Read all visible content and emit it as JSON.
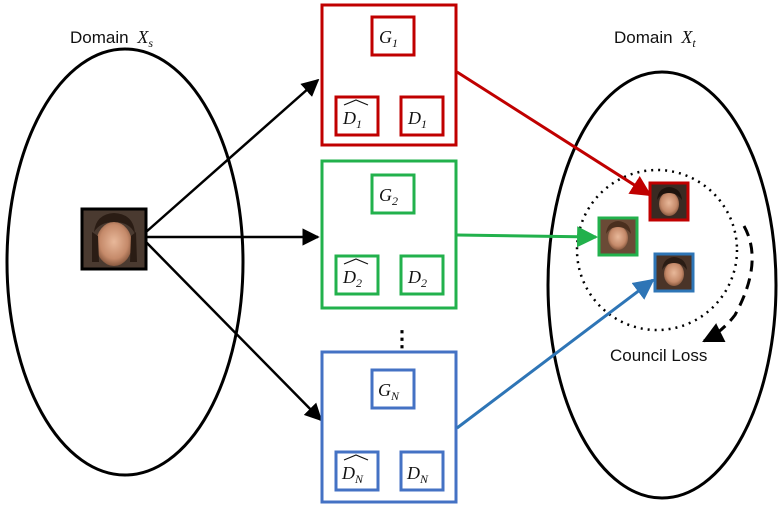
{
  "source_domain": {
    "label": "Domain",
    "symbol": "X",
    "subscript": "s"
  },
  "target_domain": {
    "label": "Domain",
    "symbol": "X",
    "subscript": "t"
  },
  "councils": [
    {
      "generator": {
        "symbol": "G",
        "subscript": "1"
      },
      "disc_hat": {
        "symbol": "D",
        "subscript": "1"
      },
      "disc": {
        "symbol": "D",
        "subscript": "1"
      },
      "color": "#c00000"
    },
    {
      "generator": {
        "symbol": "G",
        "subscript": "2"
      },
      "disc_hat": {
        "symbol": "D",
        "subscript": "2"
      },
      "disc": {
        "symbol": "D",
        "subscript": "2"
      },
      "color": "#22b14c"
    },
    {
      "generator": {
        "symbol": "G",
        "subscript": "N"
      },
      "disc_hat": {
        "symbol": "D",
        "subscript": "N"
      },
      "disc": {
        "symbol": "D",
        "subscript": "N"
      },
      "color": "#4472c4"
    }
  ],
  "ellipsis": "⋮",
  "council_loss_label": "Council Loss",
  "colors": {
    "outline": "#000000",
    "source_face_frame": "#000000"
  }
}
